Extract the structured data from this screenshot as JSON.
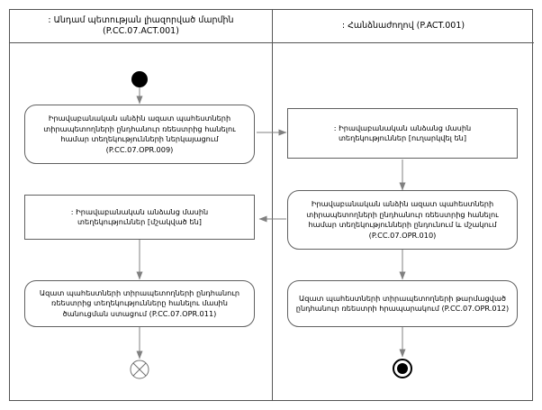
{
  "diagram": {
    "type": "uml-activity-diagram",
    "lanes": [
      {
        "id": "lane-left",
        "title": ": Անդամ պետության լիազորված մարմին",
        "code": "(P.CC.07.ACT.001)"
      },
      {
        "id": "lane-right",
        "title": ": Հանձնաժողով (P.ACT.001)",
        "code": ""
      }
    ],
    "nodes": {
      "initial": {
        "name": "initial-node",
        "label": ""
      },
      "left_action_1": {
        "line1": "Իրավաբանական անձին ազատ պահեստների",
        "line2": "տիրապետողների ընդհանուր ռեեստրից հանելու",
        "line3": "համար տեղեկությունների ներկայացում",
        "line4": "(P.CC.07.OPR.009)"
      },
      "right_object_1": {
        "line1": ": Իրավաբանական անձանց մասին",
        "line2": "տեղեկություններ [ուղարկվել են]"
      },
      "right_action_1": {
        "line1": "Իրավաբանական անձին ազատ պահեստների",
        "line2": "տիրապետողների ընդհանուր ռեեստրից հանելու",
        "line3": "համար տեղեկությունների ընդունում և մշակում",
        "line4": "(P.CC.07.OPR.010)"
      },
      "left_object_1": {
        "line1": ": Իրավաբանական անձանց մասին",
        "line2": "տեղեկություններ [մշակված են]"
      },
      "left_action_2": {
        "line1": "Ազատ պահեստների տիրապետողների ընդհանուր",
        "line2": "ռեեստրից տեղեկությունները հանելու մասին",
        "line3": "ծանուցման ստացում (P.CC.07.OPR.011)",
        "line4": ""
      },
      "right_action_2": {
        "line1": "Ազատ պահեստների տիրապետողների թարմացված",
        "line2": "ընդհանուր ռեեստրի հրապարակում (P.CC.07.OPR.012)",
        "line3": "",
        "line4": ""
      },
      "flow_final": {
        "name": "flow-final-node",
        "label": ""
      },
      "activity_final": {
        "name": "activity-final-node",
        "label": ""
      }
    },
    "colors": {
      "frame_border": "#555555",
      "node_border": "#606060",
      "edge": "#808080",
      "fill": "#ffffff",
      "text": "#000000",
      "control_node": "#000000"
    }
  }
}
